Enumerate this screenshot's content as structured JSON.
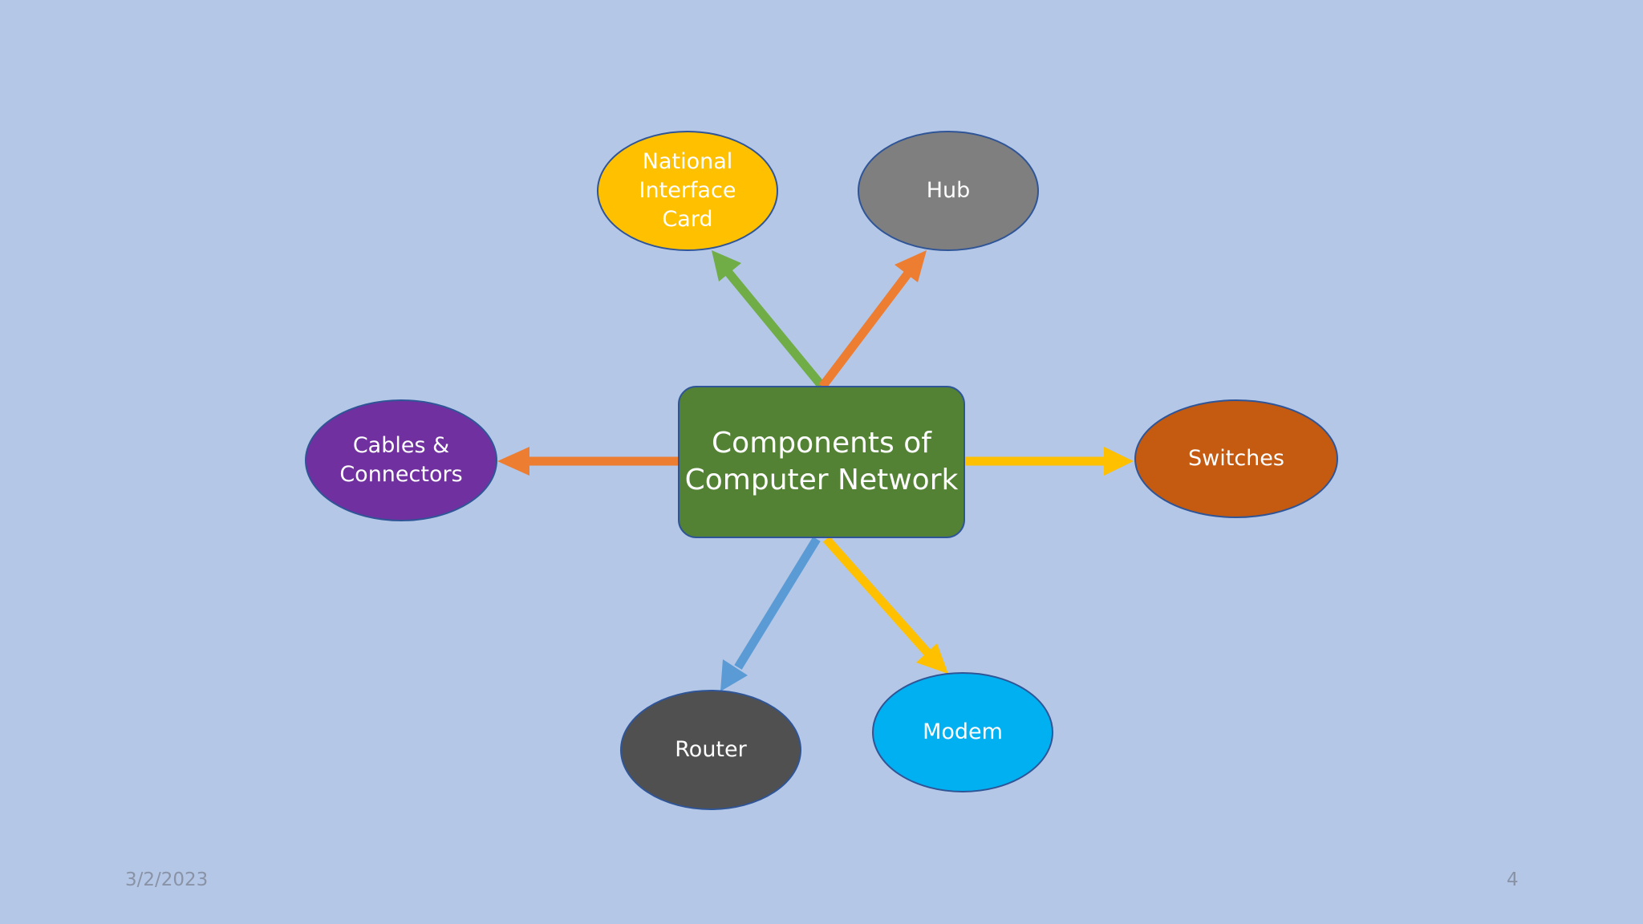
{
  "slide": {
    "background": "#b4c7e7",
    "date": "3/2/2023",
    "page_number": "4"
  },
  "diagram": {
    "center": {
      "label": "Components of\nComputer Network",
      "fill": "#548235"
    },
    "nodes": {
      "nic": {
        "label": "National\nInterface\nCard",
        "fill": "#ffc000"
      },
      "hub": {
        "label": "Hub",
        "fill": "#7f7f7f"
      },
      "cables": {
        "label": "Cables &\nConnectors",
        "fill": "#7030a0"
      },
      "switches": {
        "label": "Switches",
        "fill": "#c55a11"
      },
      "router": {
        "label": "Router",
        "fill": "#505050"
      },
      "modem": {
        "label": "Modem",
        "fill": "#00b0f0"
      }
    },
    "connector_colors": {
      "to_nic": "#70ad47",
      "to_hub": "#ed7d31",
      "to_cables": "#ed7d31",
      "to_switches": "#ffc000",
      "to_router": "#5b9bd5",
      "to_modem": "#ffc000"
    }
  }
}
